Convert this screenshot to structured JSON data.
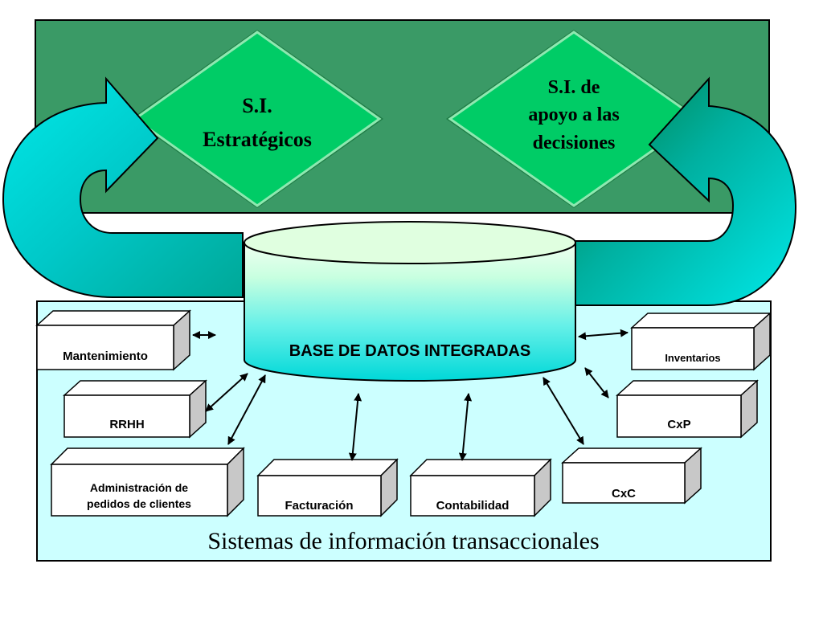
{
  "strategic": {
    "line1": "S.I.",
    "line2": "Estratégicos"
  },
  "decision": {
    "line1": "S.I. de",
    "line2": "apoyo a las",
    "line3": "decisiones"
  },
  "database": {
    "label": "BASE DE DATOS INTEGRADAS"
  },
  "transactional": {
    "title": "Sistemas de información transaccionales",
    "mantenimiento": "Mantenimiento",
    "rrhh": "RRHH",
    "admin_line1": "Administración de",
    "admin_line2": "pedidos de clientes",
    "facturacion": "Facturación",
    "contabilidad": "Contabilidad",
    "cxc": "CxC",
    "cxp": "CxP",
    "inventarios": "Inventarios"
  },
  "colors": {
    "top_panel": "#3a9a66",
    "diamond": "#00cc66",
    "bottom_panel": "#ccffff",
    "cylinder_top": "#e0ffe0",
    "cylinder_body": "#00e0e0",
    "arrow": "#00cccc"
  }
}
